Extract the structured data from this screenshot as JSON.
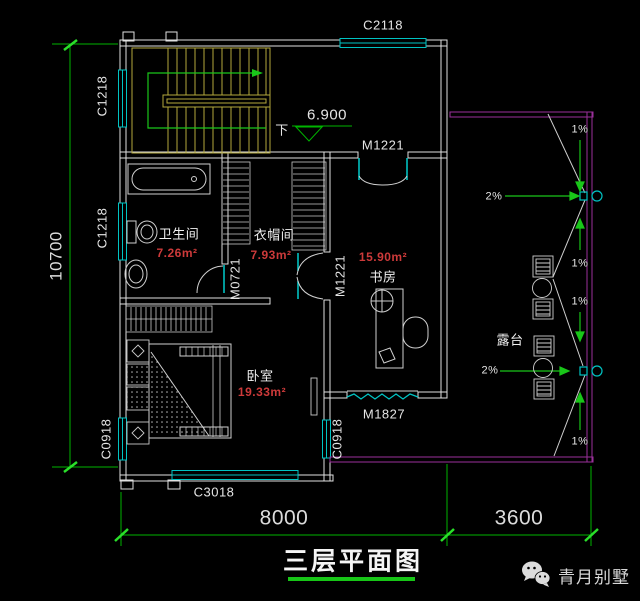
{
  "colors": {
    "background": "#000000",
    "wall": "#e0e0e0",
    "window": "#00c3c3",
    "door_leaf": "#00cccc",
    "stair": "#b3a93c",
    "dimension_green": "#00b400",
    "area_text_red": "#cd3a3a",
    "terrace_border_purple": "#9b309b",
    "title_underline_green": "#17c517"
  },
  "title_block": {
    "title": "三层平面图",
    "watermark": "青月别墅"
  },
  "dimensions": {
    "height_total": "10700",
    "width_main": "8000",
    "width_terrace": "3600"
  },
  "levels": {
    "floor_level": "6.900",
    "stair_down": "下"
  },
  "windows": {
    "c2118": "C2118",
    "c1218": "C1218",
    "c0918": "C0918",
    "c3018": "C3018"
  },
  "doors": {
    "m1221": "M1221",
    "m0721": "M0721",
    "m1827": "M1827"
  },
  "rooms": {
    "bathroom": {
      "name": "卫生间",
      "area": "7.26m²"
    },
    "cloakroom": {
      "name": "衣帽间",
      "area": "7.93m²"
    },
    "study": {
      "name": "书房",
      "area": "15.90m²"
    },
    "bedroom": {
      "name": "卧室",
      "area": "19.33m²"
    },
    "terrace": {
      "name": "露台"
    }
  },
  "slopes": {
    "one_percent": "1%",
    "two_percent": "2%"
  }
}
